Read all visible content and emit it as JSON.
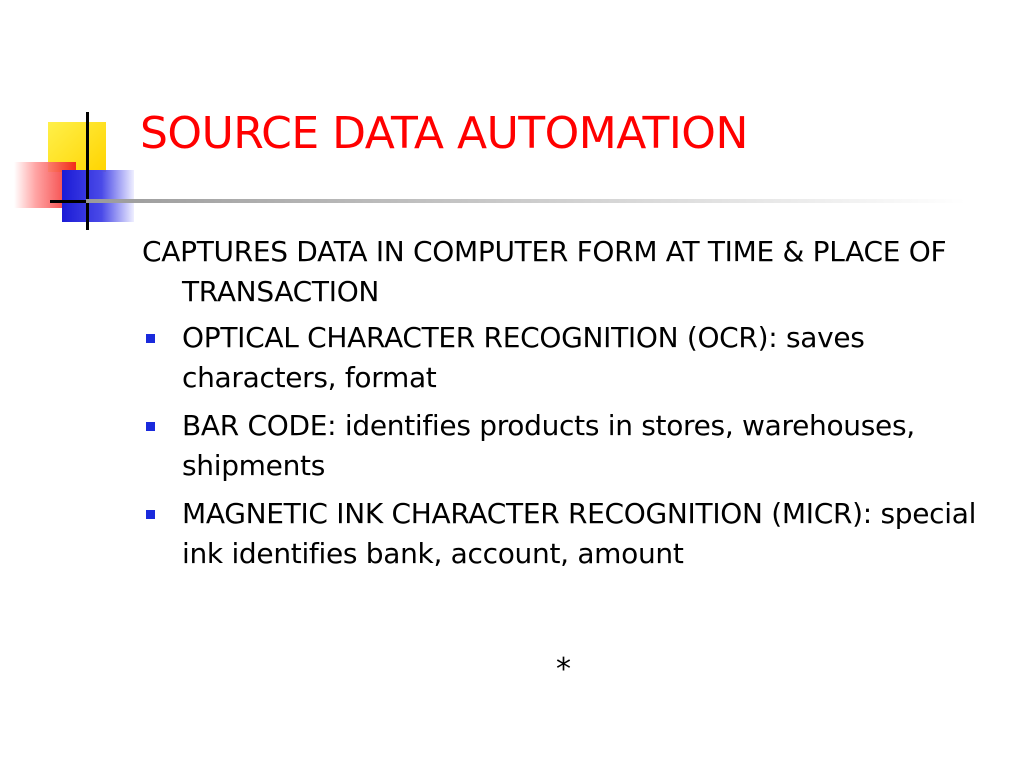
{
  "slide": {
    "title": "SOURCE DATA AUTOMATION",
    "intro": "CAPTURES DATA IN COMPUTER FORM AT TIME & PLACE OF TRANSACTION",
    "bullets": [
      {
        "text": "OPTICAL CHARACTER RECOGNITION (OCR): saves characters, format"
      },
      {
        "text": "BAR CODE: identifies products in stores, warehouses, shipments"
      },
      {
        "text": "MAGNETIC INK CHARACTER RECOGNITION (MICR): special ink identifies bank, account, amount"
      }
    ],
    "footer_mark": "*"
  },
  "colors": {
    "title": "#ff0000",
    "bullet": "#1a2adc",
    "logo_yellow": "#ffd400",
    "logo_red": "#f01818",
    "logo_blue": "#1b1bd6"
  },
  "icons": {
    "logo": "color-blocks-logo-icon",
    "bullet": "square-bullet-icon"
  }
}
